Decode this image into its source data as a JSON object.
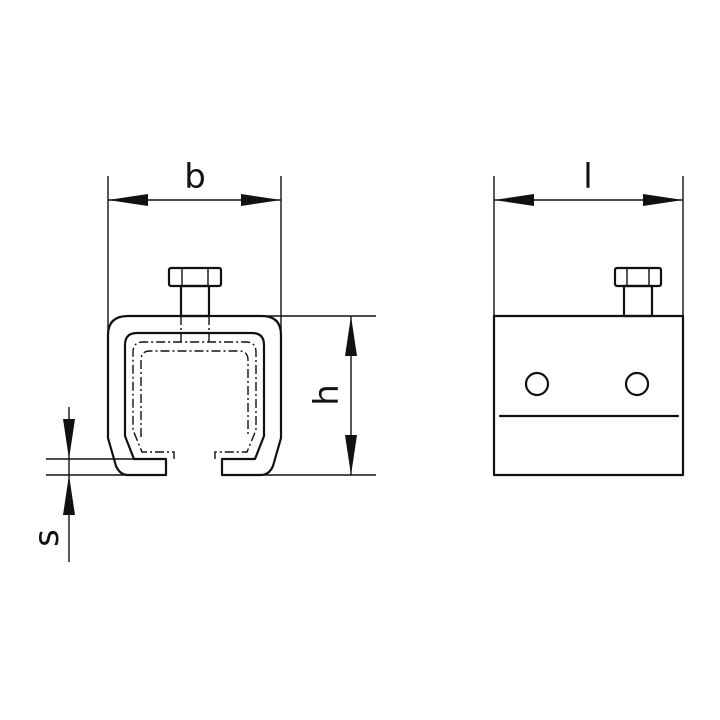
{
  "drawing": {
    "labels": {
      "width": "b",
      "length": "l",
      "height": "h",
      "thickness": "s"
    },
    "stroke_color": "#111111",
    "background_color": "#ffffff"
  }
}
